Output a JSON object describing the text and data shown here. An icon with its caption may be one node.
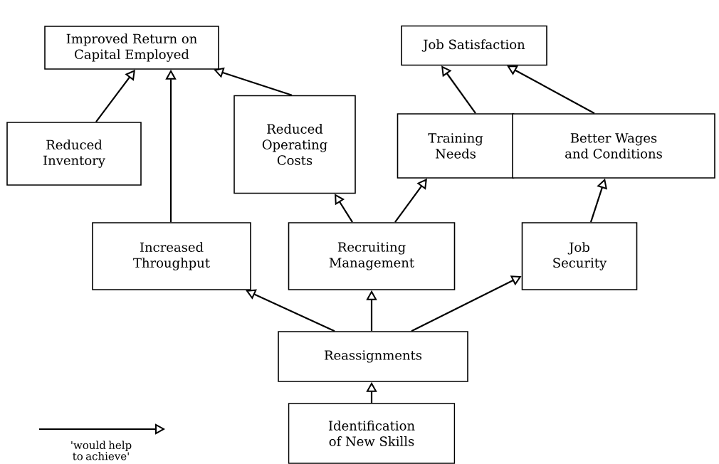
{
  "diagram": {
    "nodes": [
      {
        "text": [
          "Improved Return on Capital Employed"
        ]
      },
      {
        "text": [
          "Job Satisfaction"
        ]
      },
      {
        "text": [
          "Reduced Inventory"
        ]
      },
      {
        "text": [
          "Reduced Operating Costs"
        ]
      },
      {
        "text": [
          "Training Needs"
        ]
      },
      {
        "text": [
          "Better Wages and Conditions"
        ]
      },
      {
        "text": [
          "Increased Throughput"
        ]
      },
      {
        "text": [
          "Recruiting Management"
        ]
      },
      {
        "text": [
          "Job Security"
        ]
      },
      {
        "text": [
          "Reassignments"
        ]
      },
      {
        "text": [
          "Identification of New Skills"
        ]
      }
    ],
    "edges": [
      {
        "from": 2,
        "to": 0,
        "arrow": "to"
      },
      {
        "from": 6,
        "to": 0,
        "arrow": "to"
      },
      {
        "from": 3,
        "to": 0,
        "arrow": "to"
      },
      {
        "from": 4,
        "to": 1,
        "arrow": "to"
      },
      {
        "from": 5,
        "to": 1,
        "arrow": "to"
      },
      {
        "from": 7,
        "to": 3,
        "arrow": "to"
      },
      {
        "from": 7,
        "to": 4,
        "arrow": "to"
      },
      {
        "from": 8,
        "to": 5,
        "arrow": "to"
      },
      {
        "from": 9,
        "to": 6,
        "arrow": "to"
      },
      {
        "from": 9,
        "to": 7,
        "arrow": "to"
      },
      {
        "from": 9,
        "to": 8,
        "arrow": "to"
      },
      {
        "from": 10,
        "to": 9,
        "arrow": "to"
      }
    ],
    "legend": [
      {
        "text": "'would help to achieve'"
      }
    ]
  }
}
